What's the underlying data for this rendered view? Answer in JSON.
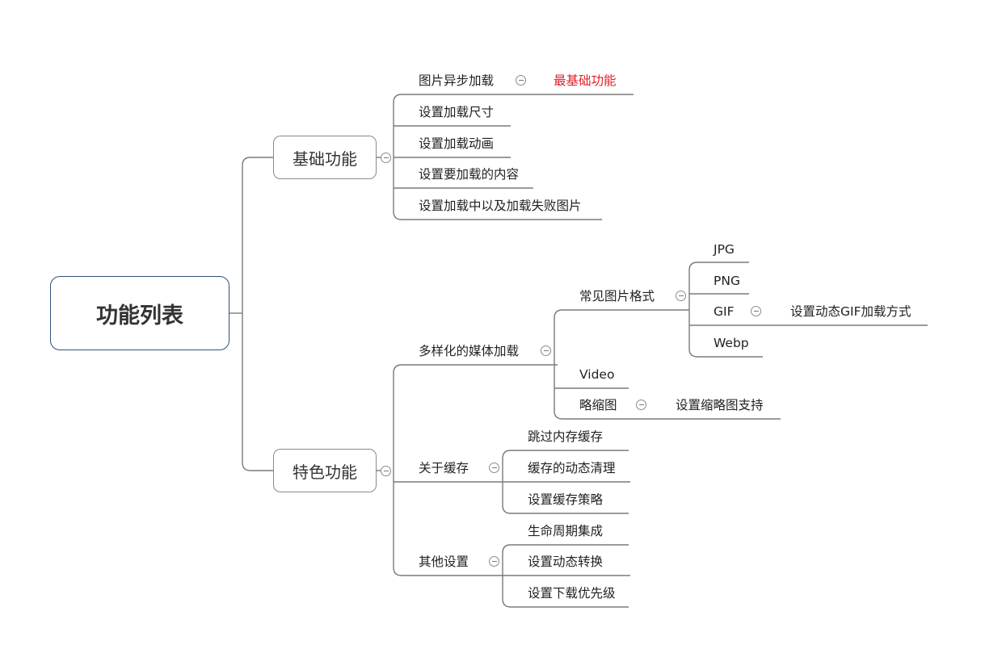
{
  "root": {
    "label": "功能列表"
  },
  "basic": {
    "label": "基础功能",
    "items": [
      {
        "label": "图片异步加载",
        "note": "最基础功能"
      },
      {
        "label": "设置加载尺寸"
      },
      {
        "label": "设置加载动画"
      },
      {
        "label": "设置要加载的内容"
      },
      {
        "label": "设置加载中以及加载失败图片"
      }
    ]
  },
  "feature": {
    "label": "特色功能",
    "media": {
      "label": "多样化的媒体加载",
      "formats": {
        "label": "常见图片格式",
        "items": [
          "JPG",
          "PNG",
          "GIF",
          "Webp"
        ],
        "gif_note": "设置动态GIF加载方式"
      },
      "video": "Video",
      "thumbnail": {
        "label": "略缩图",
        "note": "设置缩略图支持"
      }
    },
    "cache": {
      "label": "关于缓存",
      "items": [
        "跳过内存缓存",
        "缓存的动态清理",
        "设置缓存策略"
      ]
    },
    "other": {
      "label": "其他设置",
      "items": [
        "生命周期集成",
        "设置动态转换",
        "设置下载优先级"
      ]
    }
  }
}
